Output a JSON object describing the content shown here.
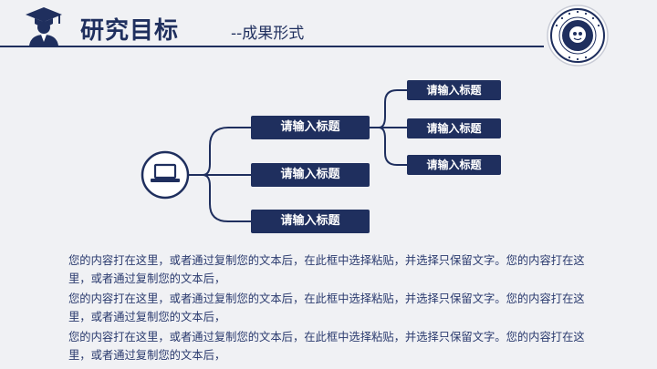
{
  "header": {
    "title": "研究目标",
    "subtitle": "--成果形式"
  },
  "icons": {
    "graduate": "graduate-avatar-icon",
    "logo": "school-seal-logo",
    "center": "laptop-icon"
  },
  "diagram": {
    "level1": [
      "请输入标题",
      "请输入标题",
      "请输入标题"
    ],
    "level2": [
      "请输入标题",
      "请输入标题",
      "请输入标题"
    ]
  },
  "paragraphs": [
    "您的内容打在这里，或者通过复制您的文本后，在此框中选择粘贴，并选择只保留文字。您的内容打在这里，或者通过复制您的文本后，",
    "您的内容打在这里，或者通过复制您的文本后，在此框中选择粘贴，并选择只保留文字。您的内容打在这里，或者通过复制您的文本后，",
    "您的内容打在这里，或者通过复制您的文本后，在此框中选择粘贴，并选择只保留文字。您的内容打在这里，或者通过复制您的文本后，"
  ],
  "colors": {
    "primary": "#1f2f5e",
    "background": "#f0f1f4"
  }
}
